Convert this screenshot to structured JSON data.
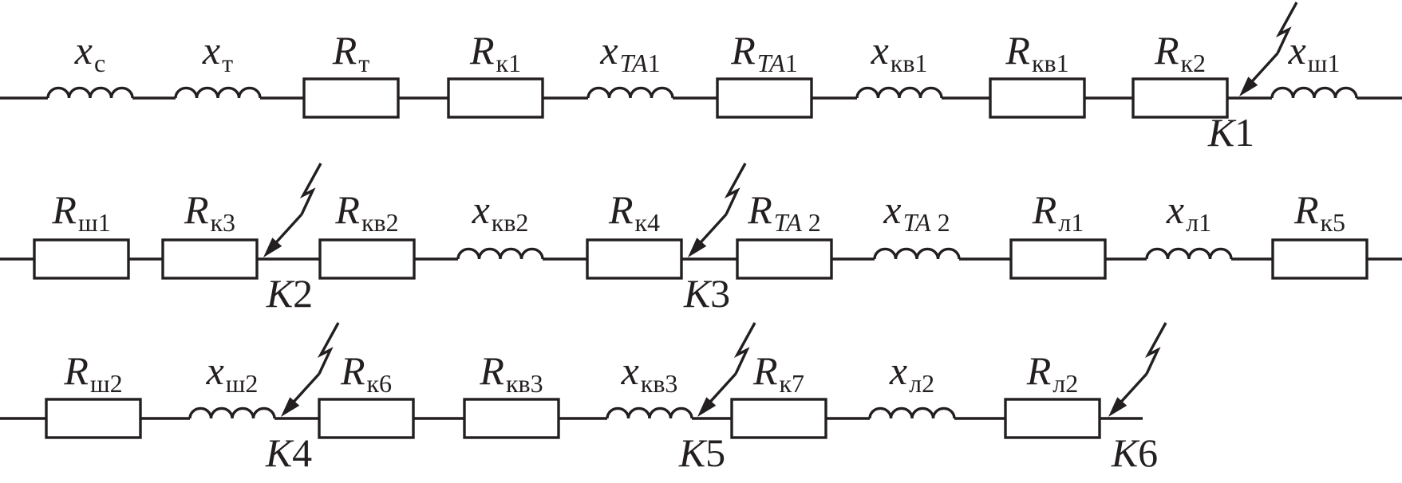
{
  "colors": {
    "line": "#231f20",
    "background": "#ffffff"
  },
  "rows": [
    {
      "elements": [
        {
          "kind": "inductor",
          "symbol": "x",
          "sub": "с"
        },
        {
          "kind": "inductor",
          "symbol": "x",
          "sub": "т"
        },
        {
          "kind": "resistor",
          "symbol": "R",
          "sub": "т"
        },
        {
          "kind": "resistor",
          "symbol": "R",
          "sub": "к1"
        },
        {
          "kind": "inductor",
          "symbol": "x",
          "sub_it": "TA",
          "sub": "1"
        },
        {
          "kind": "resistor",
          "symbol": "R",
          "sub_it": "TA",
          "sub": "1"
        },
        {
          "kind": "inductor",
          "symbol": "x",
          "sub": "кв1"
        },
        {
          "kind": "resistor",
          "symbol": "R",
          "sub": "кв1"
        },
        {
          "kind": "resistor",
          "symbol": "R",
          "sub": "к2"
        },
        {
          "kind": "inductor",
          "symbol": "x",
          "sub": "ш1"
        }
      ],
      "faults": [
        {
          "letter": "K",
          "number": "1"
        }
      ]
    },
    {
      "elements": [
        {
          "kind": "resistor",
          "symbol": "R",
          "sub": "ш1"
        },
        {
          "kind": "resistor",
          "symbol": "R",
          "sub": "к3"
        },
        {
          "kind": "resistor",
          "symbol": "R",
          "sub": "кв2"
        },
        {
          "kind": "inductor",
          "symbol": "x",
          "sub": "кв2"
        },
        {
          "kind": "resistor",
          "symbol": "R",
          "sub": "к4"
        },
        {
          "kind": "resistor",
          "symbol": "R",
          "sub_it": "TA",
          "sub": " 2"
        },
        {
          "kind": "inductor",
          "symbol": "x",
          "sub_it": "TA",
          "sub": " 2"
        },
        {
          "kind": "resistor",
          "symbol": "R",
          "sub": "л1"
        },
        {
          "kind": "inductor",
          "symbol": "x",
          "sub": "л1"
        },
        {
          "kind": "resistor",
          "symbol": "R",
          "sub": "к5"
        }
      ],
      "faults": [
        {
          "letter": "K",
          "number": "2"
        },
        {
          "letter": "K",
          "number": "3"
        }
      ]
    },
    {
      "elements": [
        {
          "kind": "resistor",
          "symbol": "R",
          "sub": "ш2"
        },
        {
          "kind": "inductor",
          "symbol": "x",
          "sub": "ш2"
        },
        {
          "kind": "resistor",
          "symbol": "R",
          "sub": "к6"
        },
        {
          "kind": "resistor",
          "symbol": "R",
          "sub": "кв3"
        },
        {
          "kind": "inductor",
          "symbol": "x",
          "sub": "кв3"
        },
        {
          "kind": "resistor",
          "symbol": "R",
          "sub": "к7"
        },
        {
          "kind": "inductor",
          "symbol": "x",
          "sub": "л2"
        },
        {
          "kind": "resistor",
          "symbol": "R",
          "sub": "л2"
        }
      ],
      "faults": [
        {
          "letter": "K",
          "number": "4"
        },
        {
          "letter": "K",
          "number": "5"
        },
        {
          "letter": "K",
          "number": "6"
        }
      ]
    }
  ]
}
